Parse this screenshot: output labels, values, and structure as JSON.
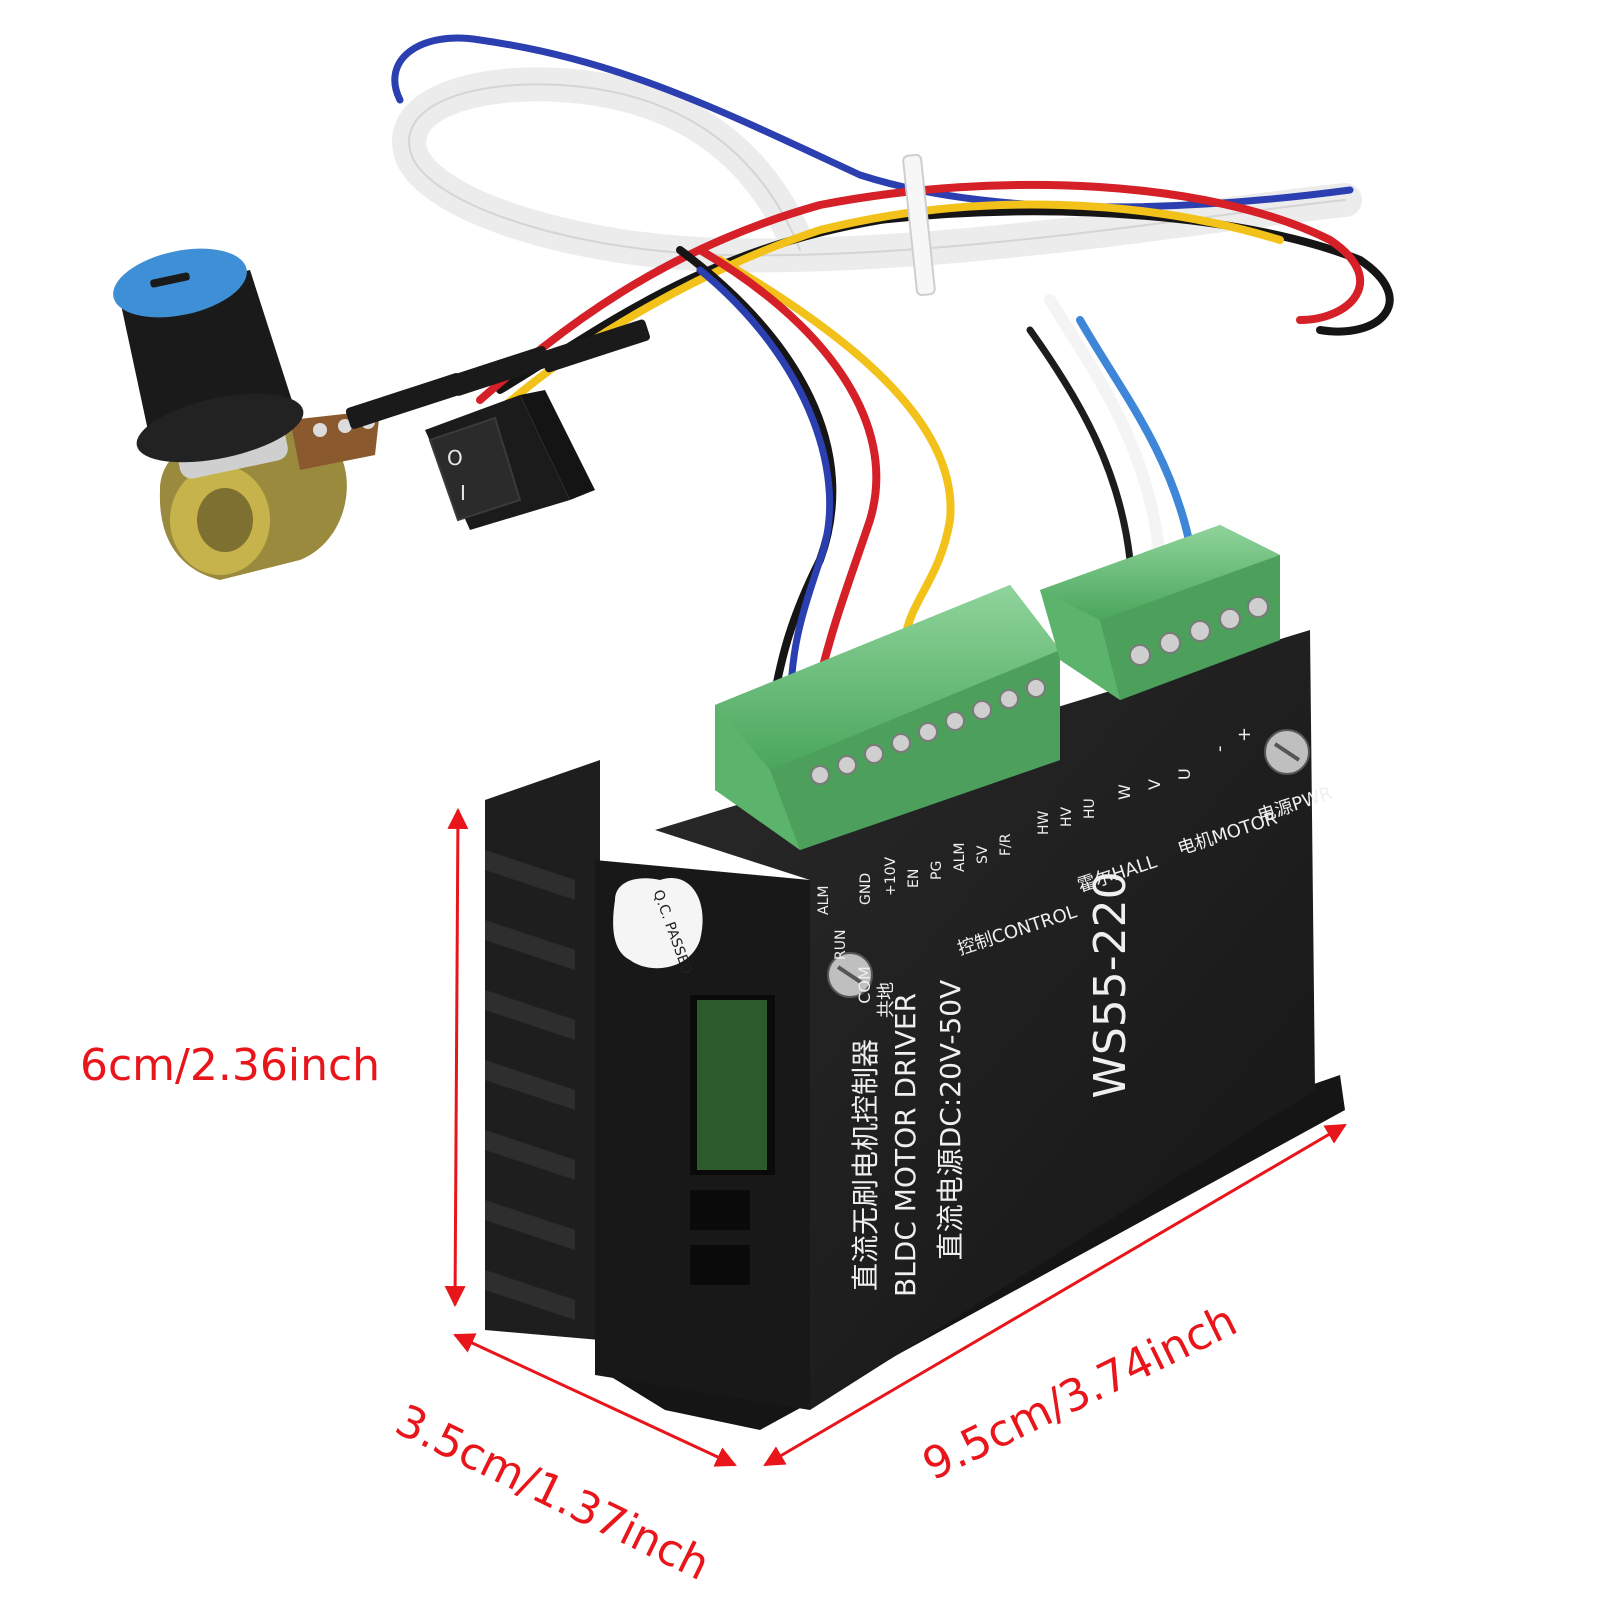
{
  "dimensions": {
    "height": "6cm/2.36inch",
    "depth": "3.5cm/1.37inch",
    "width": "9.5cm/3.74inch"
  },
  "device": {
    "model": "WS55-220",
    "name_cn": "直流无刷电机控制器",
    "name_en": "BLDC MOTOR DRIVER",
    "power_spec": "直流电源DC:20V-50V",
    "qc_sticker": "Q.C. PASSED",
    "led_labels": [
      "ALM",
      "RUN"
    ],
    "com_label": "COM",
    "com_label_cn": "共地",
    "control_pins": [
      "GND",
      "+10V",
      "EN",
      "PG",
      "ALM",
      "SV",
      "F/R"
    ],
    "control_group": "控制CONTROL",
    "hall_pins": [
      "HW",
      "HV",
      "HU"
    ],
    "hall_group": "霍尔HALL",
    "motor_pins": [
      "W",
      "V",
      "U"
    ],
    "motor_group": "电机MOTOR",
    "power_pins": [
      "-",
      "+"
    ],
    "power_group": "电源PWR"
  },
  "switch": {
    "marks": [
      "O",
      "I"
    ]
  },
  "colors": {
    "annotation": "#e8161b",
    "housing": "#1b1b1b",
    "terminal": "#6ac27c",
    "knob_cap": "#3f8fd6"
  }
}
